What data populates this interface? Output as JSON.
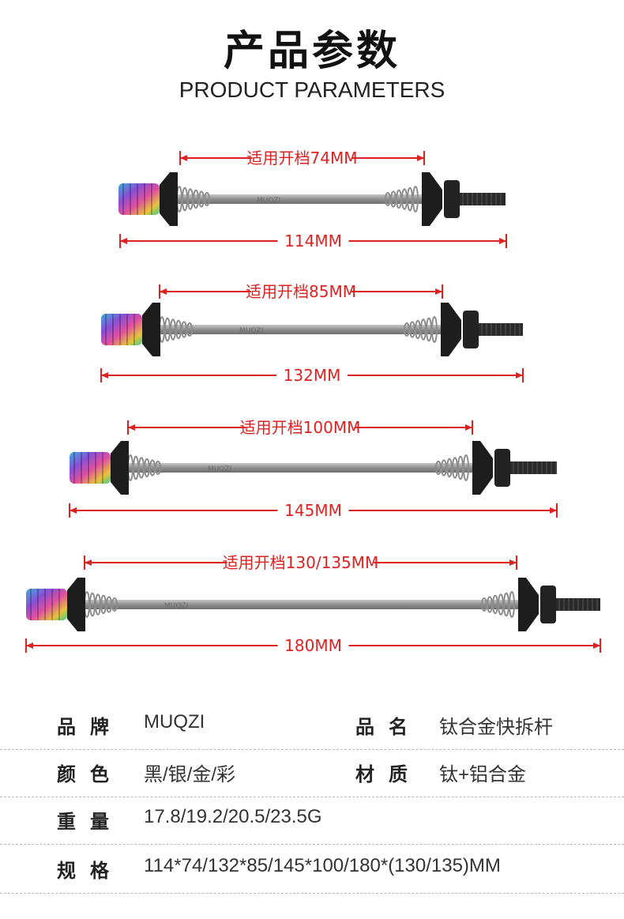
{
  "header": {
    "title_cn": "产品参数",
    "title_en": "PRODUCT PARAMETERS"
  },
  "skewers": [
    {
      "spacing_label": "适用开档74MM",
      "length_label": "114MM",
      "brand_mark": "MUQZI"
    },
    {
      "spacing_label": "适用开档85MM",
      "length_label": "132MM",
      "brand_mark": "MUQZI"
    },
    {
      "spacing_label": "适用开档100MM",
      "length_label": "145MM",
      "brand_mark": "MUQZI"
    },
    {
      "spacing_label": "适用开档130/135MM",
      "length_label": "180MM",
      "brand_mark": "MUQZI"
    }
  ],
  "specs": {
    "brand_key": "品牌",
    "brand_val": "MUQZI",
    "name_key": "品名",
    "name_val": "钛合金快拆杆",
    "color_key": "颜色",
    "color_val": "黑/银/金/彩",
    "material_key": "材质",
    "material_val": "钛+铝合金",
    "weight_key": "重量",
    "weight_val": "17.8/19.2/20.5/23.5G",
    "size_key": "规格",
    "size_val": "114*74/132*85/145*100/180*(130/135)MM"
  },
  "colors": {
    "dimension": "#dd2222",
    "rod": "#9a9a9a",
    "cap": "#1a1a1a"
  }
}
